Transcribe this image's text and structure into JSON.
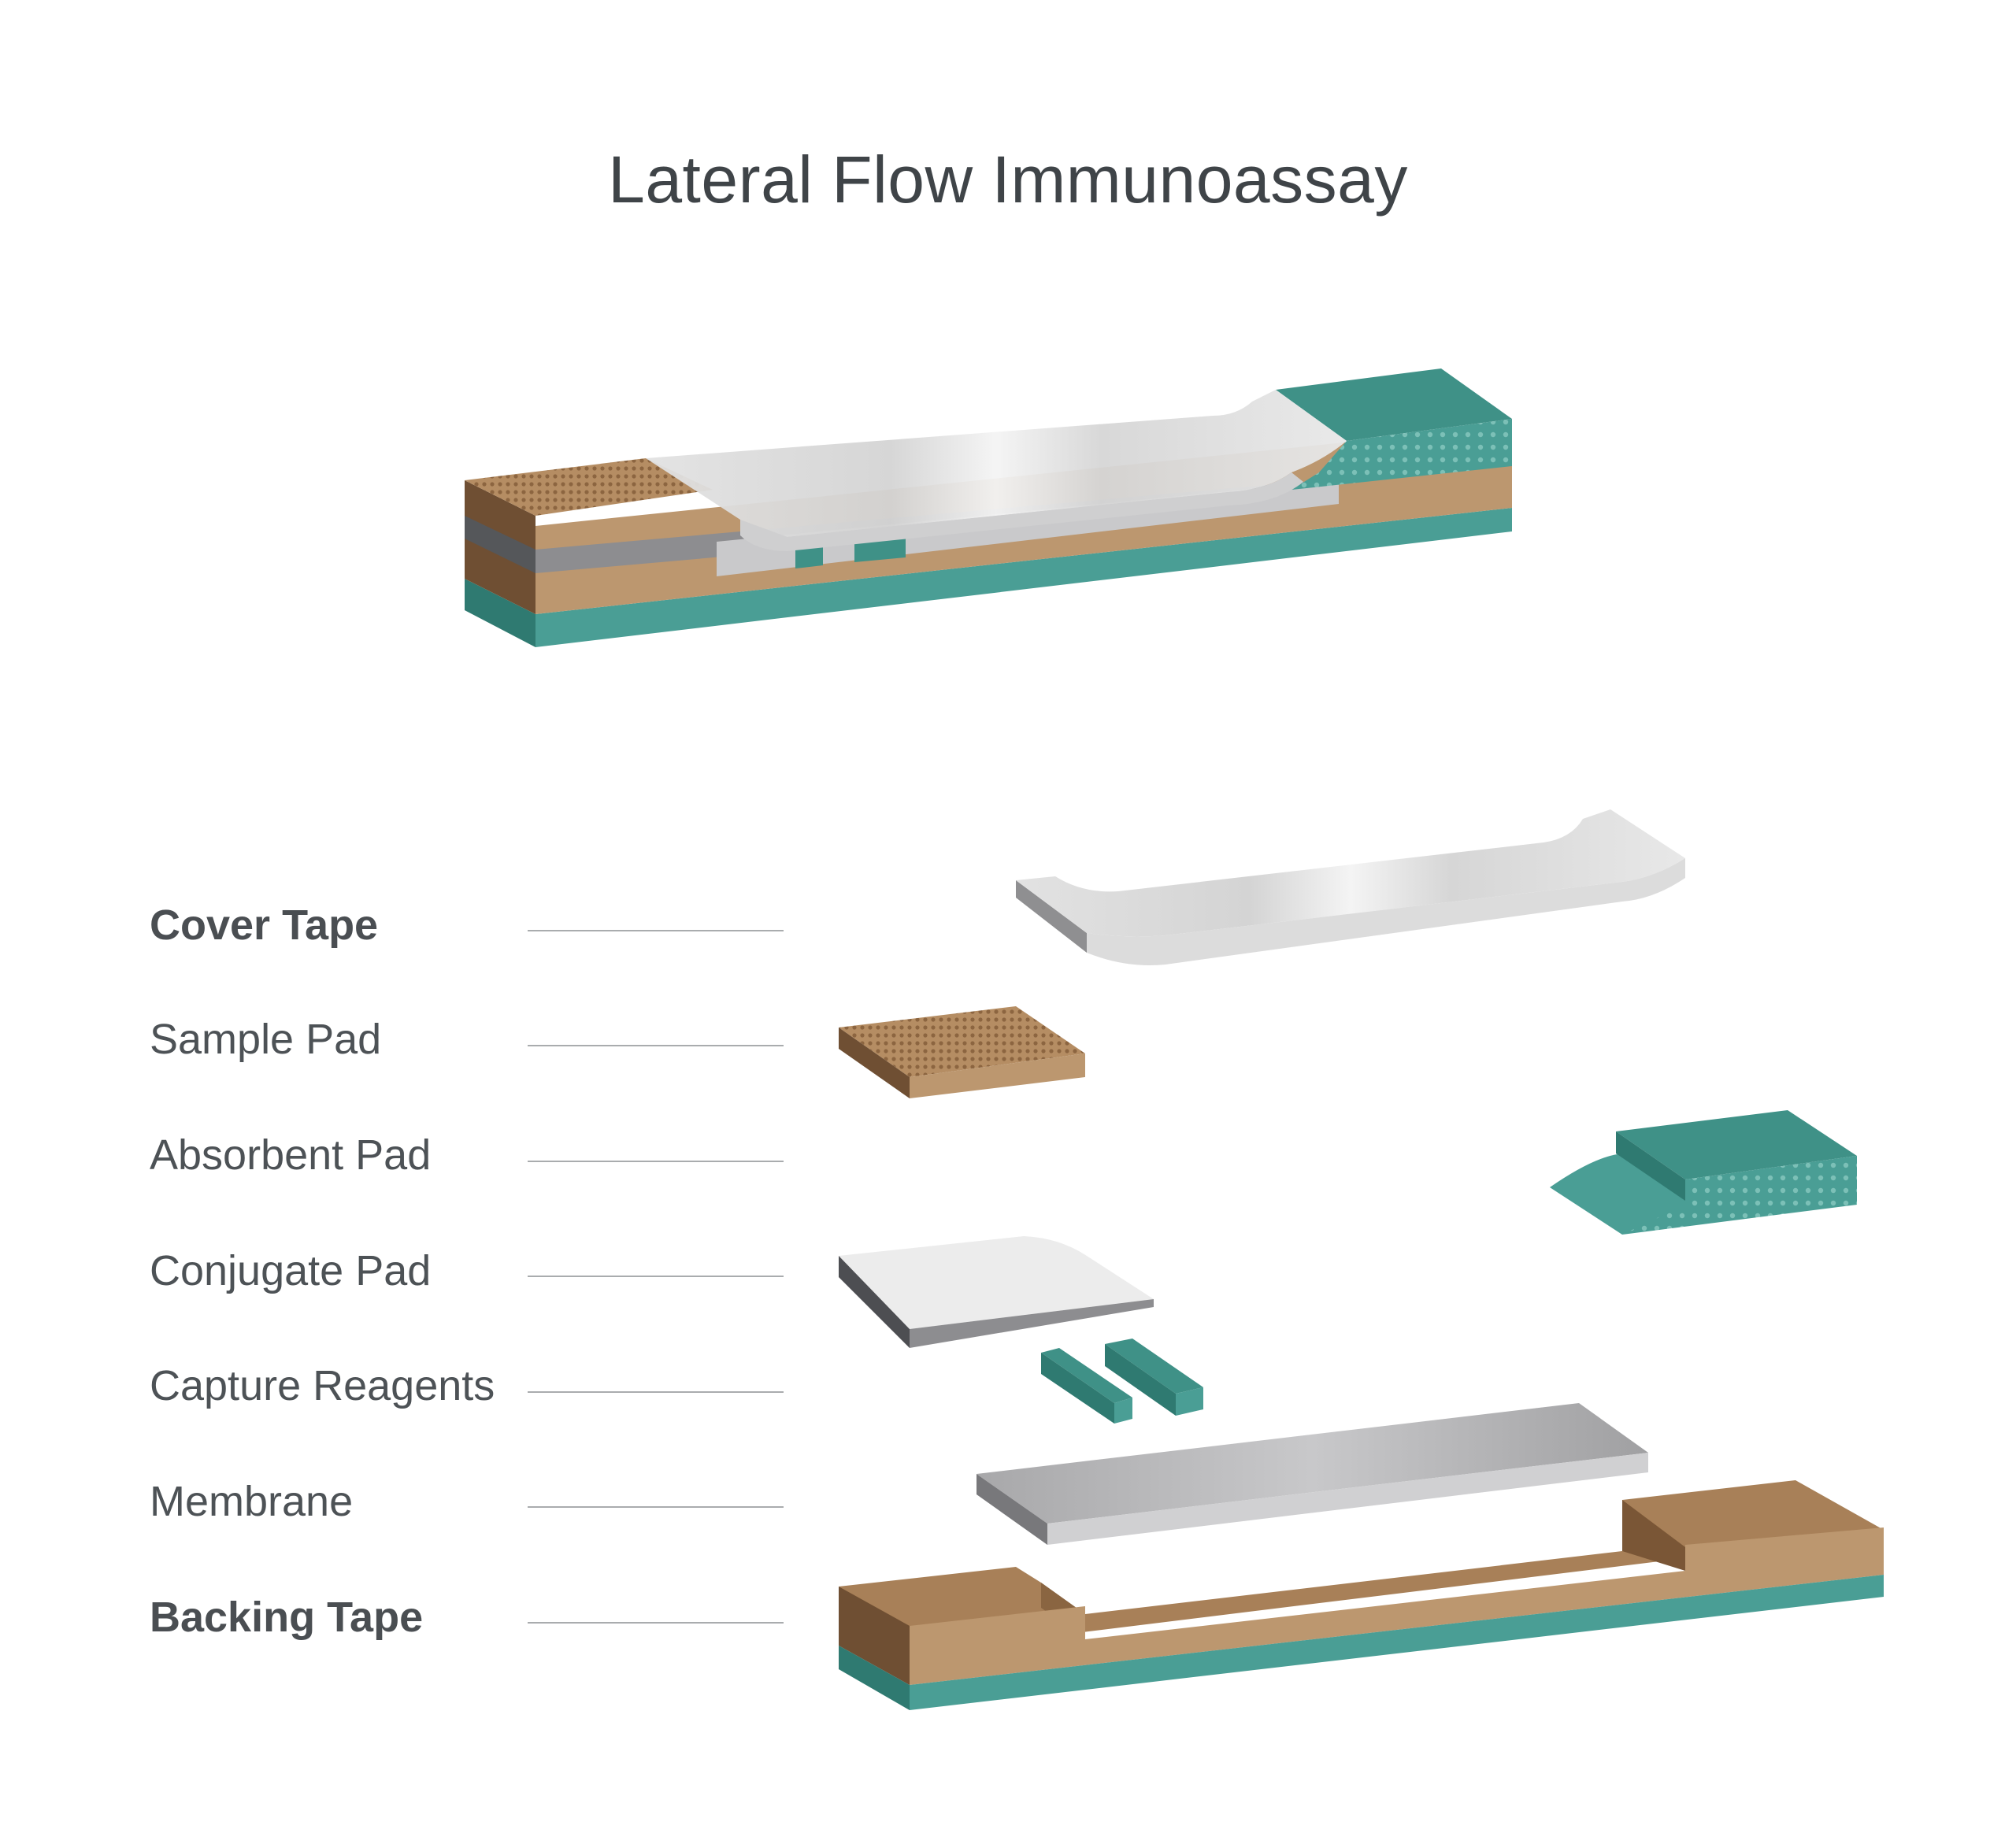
{
  "title": "Lateral Flow Immunoassay",
  "layers": [
    {
      "label": "Cover Tape",
      "bold": true
    },
    {
      "label": "Sample Pad",
      "bold": false
    },
    {
      "label": "Absorbent Pad",
      "bold": false
    },
    {
      "label": "Conjugate Pad",
      "bold": false
    },
    {
      "label": "Capture Reagents",
      "bold": false
    },
    {
      "label": "Membrane",
      "bold": false
    },
    {
      "label": "Backing Tape",
      "bold": true
    }
  ],
  "colors": {
    "pad_tan": "#bc976f",
    "pad_tan_dark": "#6f4f33",
    "pad_tan_top": "#a88058",
    "teal": "#4a9e95",
    "teal_dark": "#2f7a71",
    "teal_top": "#3f9187",
    "grey": "#a3a3a5",
    "grey_dark": "#5c5c60",
    "white_cover": "#e7e7e7"
  }
}
